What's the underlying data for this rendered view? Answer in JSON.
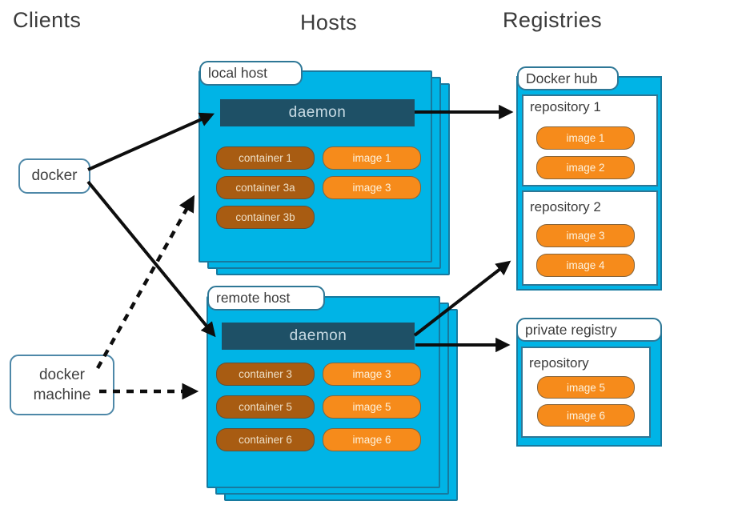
{
  "headers": {
    "clients": "Clients",
    "hosts": "Hosts",
    "registries": "Registries"
  },
  "clients": [
    {
      "label": "docker"
    },
    {
      "label": "docker machine"
    }
  ],
  "hosts": [
    {
      "label": "local host",
      "daemon_label": "daemon",
      "containers": [
        "container 1",
        "container 3a",
        "container 3b"
      ],
      "images": [
        "image 1",
        "image 3"
      ]
    },
    {
      "label": "remote host",
      "daemon_label": "daemon",
      "containers": [
        "container 3",
        "container 5",
        "container 6"
      ],
      "images": [
        "image 3",
        "image 5",
        "image 6"
      ]
    }
  ],
  "registries": [
    {
      "label": "Docker hub",
      "repositories": [
        {
          "label": "repository 1",
          "images": [
            "image 1",
            "image 2"
          ]
        },
        {
          "label": "repository 2",
          "images": [
            "image 3",
            "image 4"
          ]
        }
      ]
    },
    {
      "label": "private registry",
      "repositories": [
        {
          "label": "repository",
          "images": [
            "image 5",
            "image 6"
          ]
        }
      ]
    }
  ],
  "colors": {
    "host_fill": "#00b4e6",
    "host_border": "#177a9f",
    "daemon_fill": "#1e5066",
    "container_fill": "#a85c12",
    "image_fill": "#f68b1b",
    "label_border": "#2e7796",
    "client_border": "#4e88a8",
    "arrow": "#0e0e0e",
    "text": "#3b3b3b"
  }
}
